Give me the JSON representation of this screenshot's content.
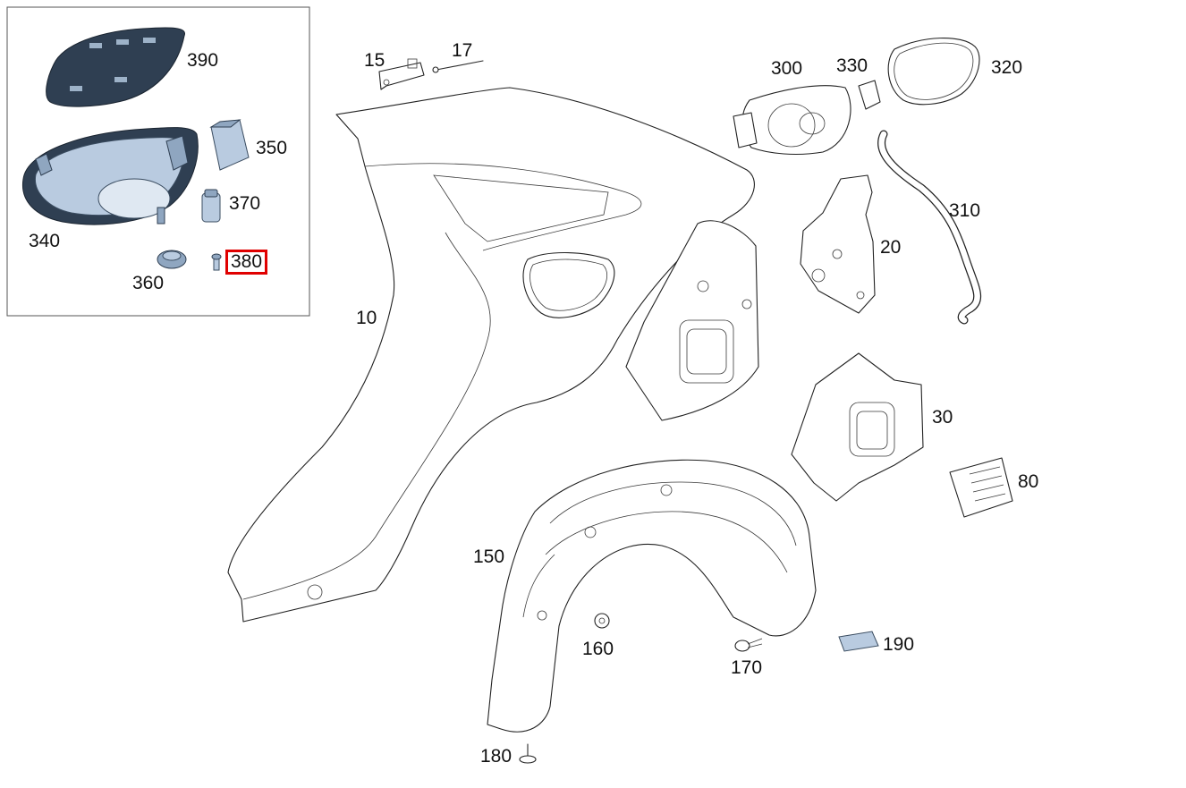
{
  "callouts": {
    "p390": "390",
    "p350": "350",
    "p370": "370",
    "p340": "340",
    "p360": "360",
    "p380": "380",
    "p15": "15",
    "p17": "17",
    "p10": "10",
    "p300": "300",
    "p330": "330",
    "p320": "320",
    "p310": "310",
    "p20": "20",
    "p30": "30",
    "p80": "80",
    "p150": "150",
    "p160": "160",
    "p170": "170",
    "p190": "190",
    "p180": "180"
  },
  "selected_part": "380",
  "colors": {
    "highlight": "#e00000",
    "part_fill_blue": "#b9cbe0",
    "part_fill_dark": "#2f3f52"
  }
}
